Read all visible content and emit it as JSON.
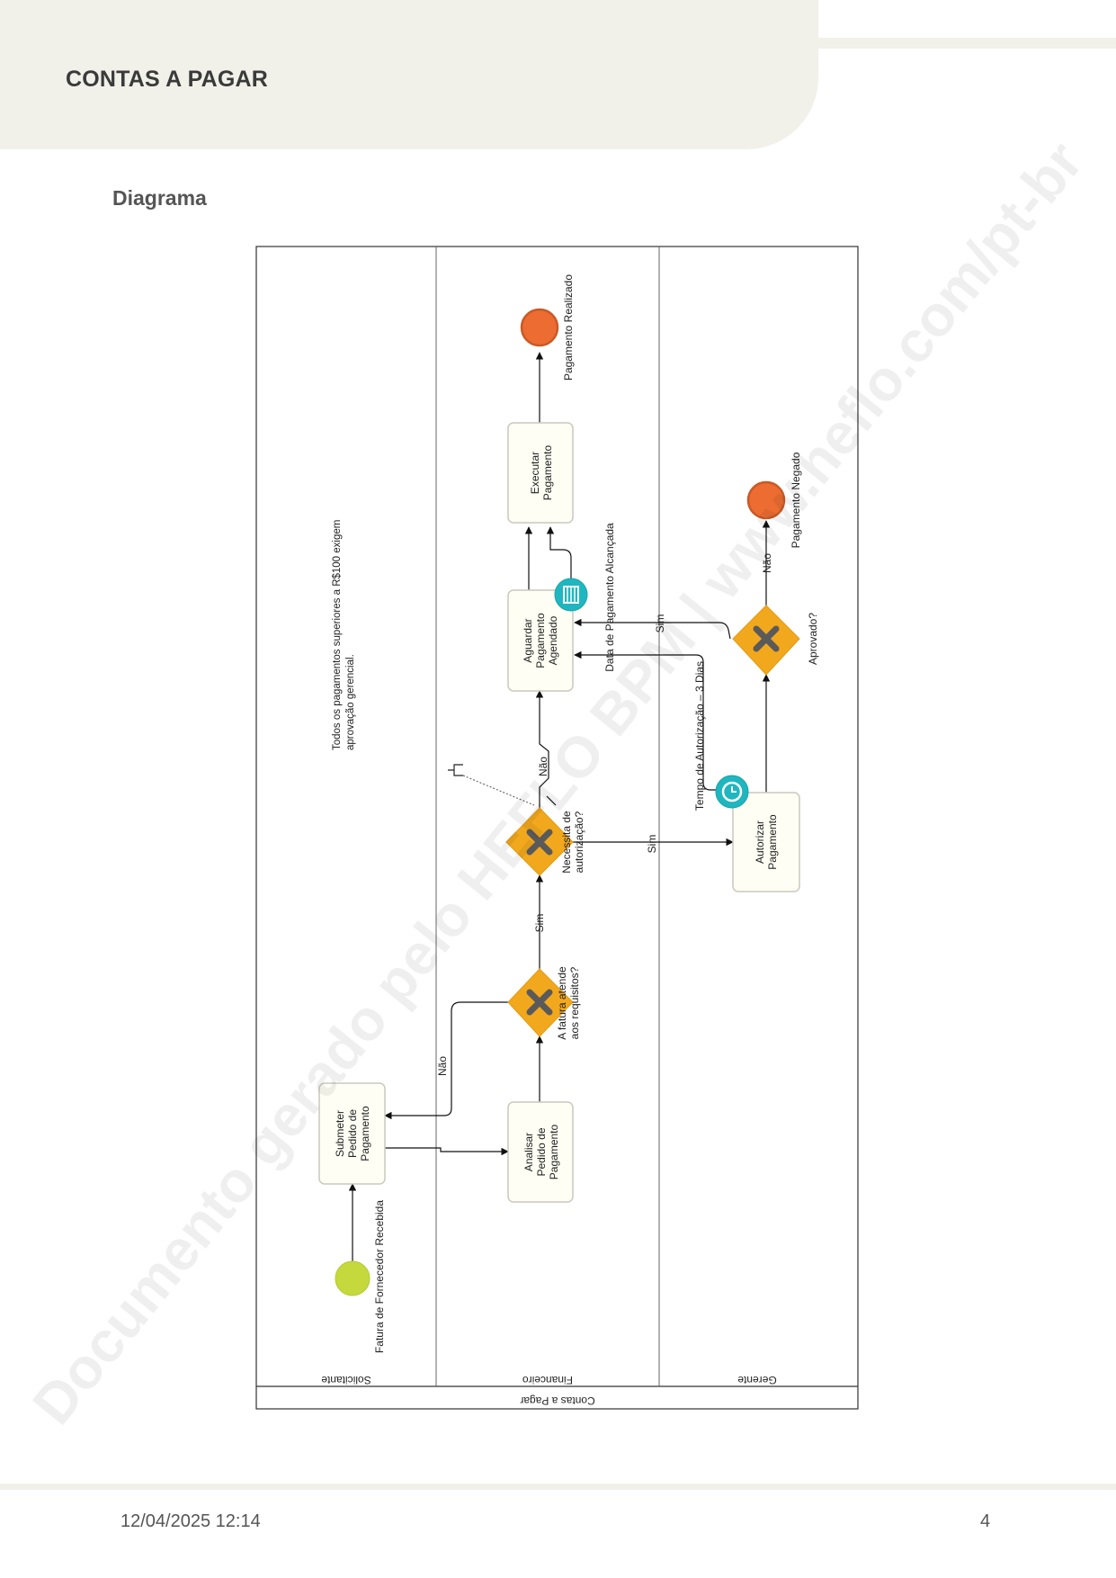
{
  "header": {
    "title": "CONTAS A PAGAR"
  },
  "section": {
    "title": "Diagrama"
  },
  "footer": {
    "datetime": "12/04/2025 12:14",
    "page": "4"
  },
  "watermark": "Documento gerado pelo HEFLO BPM | www.heflo.com/pt-br",
  "diagram": {
    "pool": "Contas a Pagar",
    "lanes": [
      "Solicitante",
      "Financeiro",
      "Gerente"
    ],
    "tasks": {
      "submeter": "Submeter Pedido de Pagamento",
      "analisar": "Analisar Pedido de Pagamento",
      "aguardar": "Aguardar Pagamento Agendado",
      "executar": "Executar Pagamento",
      "autorizar": "Autorizar Pagamento"
    },
    "gateways": {
      "requisitos": "A fatura atende aos requisitos?",
      "autorizacao": "Necessita de autorização?",
      "aprovado": "Aprovado?"
    },
    "events": {
      "start": "Fatura de Fornecedor Recebida",
      "end_realizado": "Pagamento Realizado",
      "end_negado": "Pagamento Negado",
      "timer_date": "Data de Pagamento Alcançada",
      "timer_auth": "Tempo de Autorização – 3 Dias"
    },
    "flow_labels": {
      "nao_requisitos": "Não",
      "sim_requisitos": "Sim",
      "nao_autorizacao": "Não",
      "sim_autorizacao": "Sim",
      "sim_aprovado": "Sim",
      "nao_aprovado": "Não"
    },
    "annotation": "Todos os pagamentos superiores a R$100 exigem aprovação gerencial.",
    "colors": {
      "task_fill": "#fefef4",
      "task_stroke": "#c9c9bd",
      "gateway": "#f2a81d",
      "start": "#c5d93c",
      "end": "#ec6c32",
      "timer": "#20b6bf"
    }
  }
}
